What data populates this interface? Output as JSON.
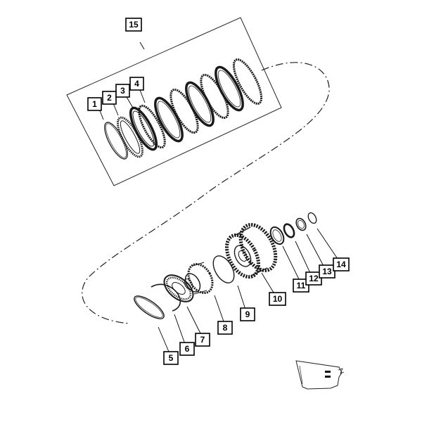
{
  "diagram": {
    "callouts": {
      "c1": "1",
      "c2": "2",
      "c3": "3",
      "c4": "4",
      "c5": "5",
      "c6": "6",
      "c7": "7",
      "c8": "8",
      "c9": "9",
      "c10": "10",
      "c11": "11",
      "c12": "12",
      "c13": "13",
      "c14": "14",
      "c15": "15"
    },
    "line_color": "#000000",
    "background": "#ffffff"
  }
}
